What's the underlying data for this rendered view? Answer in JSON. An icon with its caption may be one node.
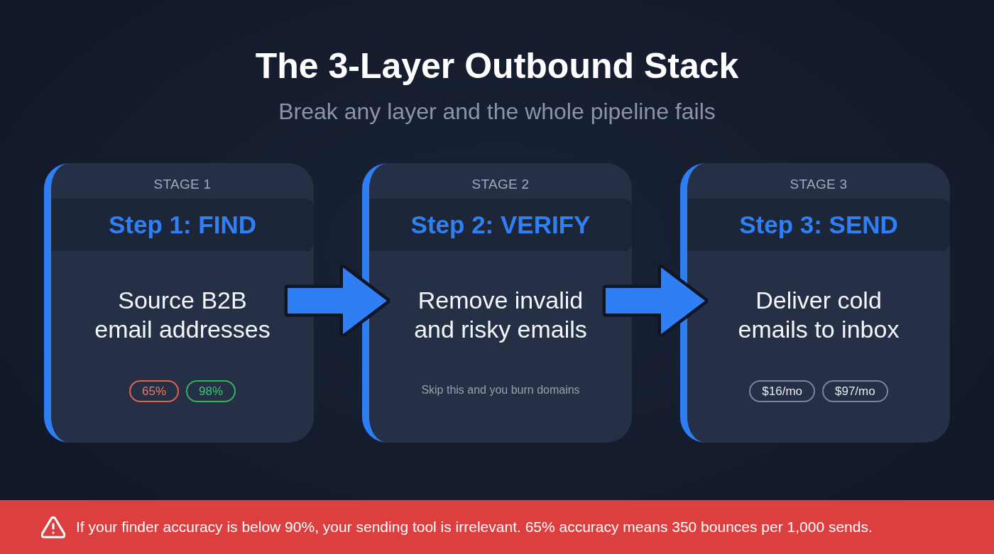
{
  "diagram": {
    "title": "The 3-Layer Outbound Stack",
    "nodes": [
      {
        "text": [
          "STAGE 1",
          "Step 1: FIND",
          "Source B2B email addresses"
        ]
      },
      {
        "text": [
          "65%"
        ],
        "in": 0
      },
      {
        "text": [
          "98%"
        ],
        "in": 0
      },
      {
        "text": [
          "STAGE 2",
          "Step 2: VERIFY",
          "Remove invalid and risky emails",
          "Skip this and you burn domains"
        ]
      },
      {
        "text": [
          "STAGE 3",
          "Step 3: SEND",
          "Deliver cold emails to inbox"
        ]
      },
      {
        "text": [
          "$16/mo"
        ],
        "in": 4
      },
      {
        "text": [
          "$97/mo"
        ],
        "in": 4
      },
      {
        "text": [
          "If your finder accuracy is below 90%, your sending tool is irrelevant. 65% accuracy means 350 bounces per 1,000 sends."
        ]
      }
    ],
    "edges": [
      {
        "from": 0,
        "to": 3,
        "arrow": "to"
      },
      {
        "from": 3,
        "to": 4,
        "arrow": "to"
      }
    ],
    "labels": [
      "Break any layer and the whole pipeline fails"
    ]
  }
}
